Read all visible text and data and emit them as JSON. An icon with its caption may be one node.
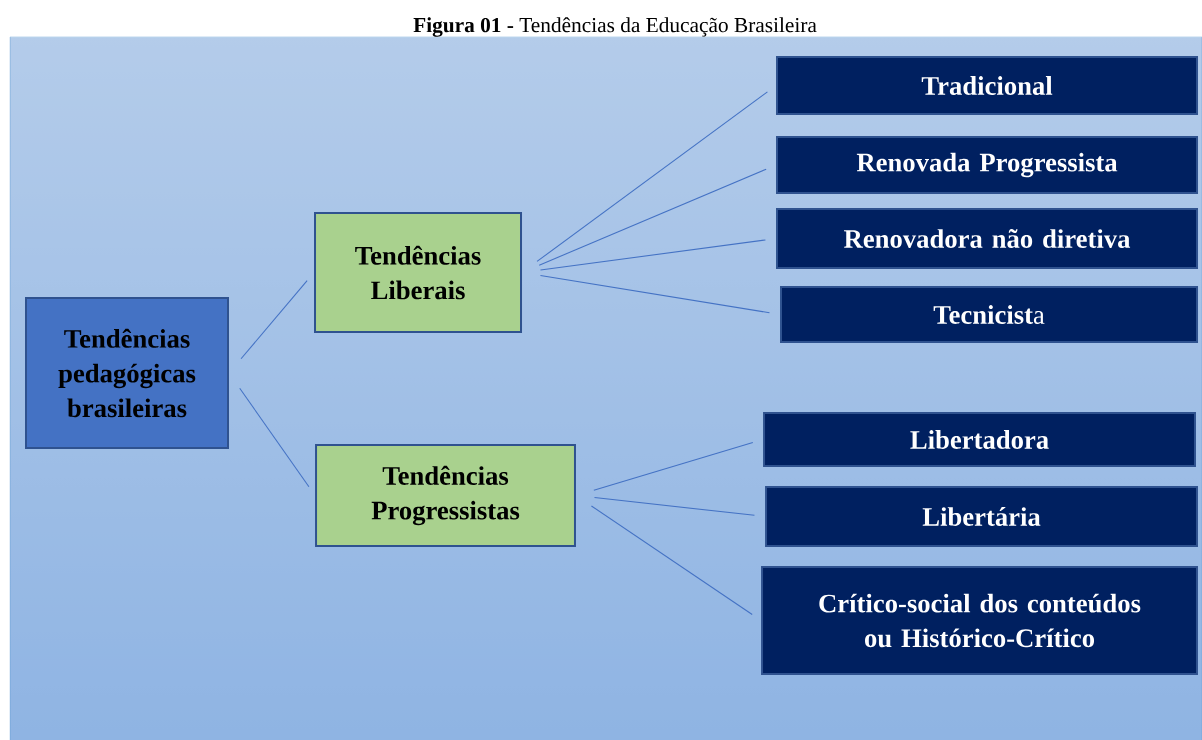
{
  "diagram": {
    "title": "**Figura 01 -** Tendências da Educação Brasileira",
    "nodes": [
      {
        "text": [
          "Tendências pedagógicas brasileiras"
        ]
      },
      {
        "text": [
          "Tendências Liberais"
        ]
      },
      {
        "text": [
          "Tendências Progressistas"
        ]
      },
      {
        "text": [
          "Tradicional"
        ]
      },
      {
        "text": [
          "Renovada Progressista"
        ]
      },
      {
        "text": [
          "Renovadora não diretiva"
        ]
      },
      {
        "text": [
          "**Tecnicist**a"
        ]
      },
      {
        "text": [
          "Libertadora"
        ]
      },
      {
        "text": [
          "Libertária"
        ]
      },
      {
        "text": [
          "Crítico-social dos conteúdos ou Histórico-Crítico"
        ]
      }
    ],
    "edges": [
      {
        "from": 0,
        "to": 1,
        "arrow": "none"
      },
      {
        "from": 0,
        "to": 2,
        "arrow": "none"
      },
      {
        "from": 1,
        "to": 3,
        "arrow": "none"
      },
      {
        "from": 1,
        "to": 4,
        "arrow": "none"
      },
      {
        "from": 1,
        "to": 5,
        "arrow": "none"
      },
      {
        "from": 1,
        "to": 6,
        "arrow": "none"
      },
      {
        "from": 2,
        "to": 7,
        "arrow": "none"
      },
      {
        "from": 2,
        "to": 8,
        "arrow": "none"
      },
      {
        "from": 2,
        "to": 9,
        "arrow": "none"
      }
    ]
  }
}
